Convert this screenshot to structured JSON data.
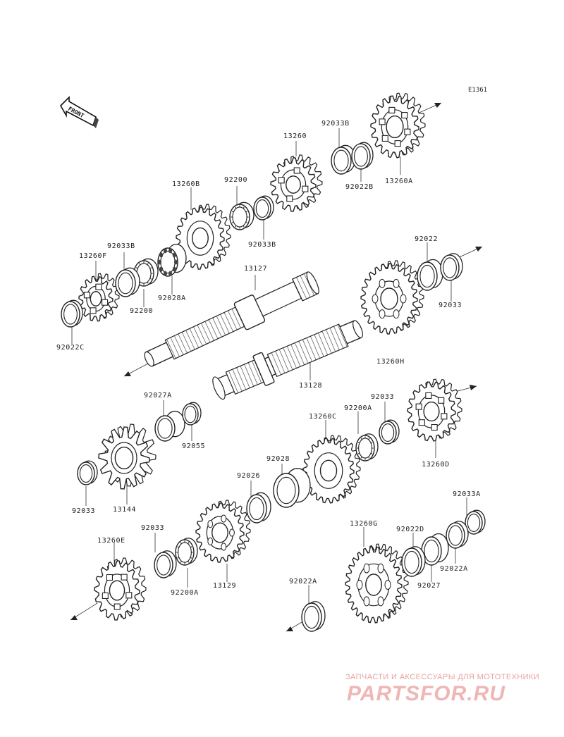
{
  "diagram_code": "E1361",
  "front_label": "FRONT",
  "labels": [
    {
      "id": "13260A",
      "text": "13260A"
    },
    {
      "id": "92033B-a",
      "text": "92033B"
    },
    {
      "id": "92022B",
      "text": "92022B"
    },
    {
      "id": "13260",
      "text": "13260"
    },
    {
      "id": "92200-a",
      "text": "92200"
    },
    {
      "id": "92033B-b",
      "text": "92033B"
    },
    {
      "id": "13260B",
      "text": "13260B"
    },
    {
      "id": "92033B-c",
      "text": "92033B"
    },
    {
      "id": "13260F",
      "text": "13260F"
    },
    {
      "id": "92028A",
      "text": "92028A"
    },
    {
      "id": "92200-b",
      "text": "92200"
    },
    {
      "id": "92022C",
      "text": "92022C"
    },
    {
      "id": "13127",
      "text": "13127"
    },
    {
      "id": "92022",
      "text": "92022"
    },
    {
      "id": "92033-a",
      "text": "92033"
    },
    {
      "id": "13260H",
      "text": "13260H"
    },
    {
      "id": "13128",
      "text": "13128"
    },
    {
      "id": "92027A",
      "text": "92027A"
    },
    {
      "id": "92055",
      "text": "92055"
    },
    {
      "id": "92033-b",
      "text": "92033"
    },
    {
      "id": "13144",
      "text": "13144"
    },
    {
      "id": "13260C",
      "text": "13260C"
    },
    {
      "id": "92200A-a",
      "text": "92200A"
    },
    {
      "id": "92033-c",
      "text": "92033"
    },
    {
      "id": "13260D",
      "text": "13260D"
    },
    {
      "id": "92028",
      "text": "92028"
    },
    {
      "id": "92026",
      "text": "92026"
    },
    {
      "id": "92033-d",
      "text": "92033"
    },
    {
      "id": "13260E",
      "text": "13260E"
    },
    {
      "id": "92200A-b",
      "text": "92200A"
    },
    {
      "id": "13129",
      "text": "13129"
    },
    {
      "id": "92033A",
      "text": "92033A"
    },
    {
      "id": "13260G",
      "text": "13260G"
    },
    {
      "id": "92022D",
      "text": "92022D"
    },
    {
      "id": "92022A-a",
      "text": "92022A"
    },
    {
      "id": "92027",
      "text": "92027"
    },
    {
      "id": "92022A-b",
      "text": "92022A"
    }
  ],
  "watermark": {
    "tagline": "ЗАПЧАСТИ И АКСЕССУАРЫ ДЛЯ МОТОТЕХНИКИ",
    "logo": "PARTSFOR.RU",
    "color": "#e7a3a3"
  },
  "colors": {
    "ink": "#222222",
    "background": "#ffffff"
  }
}
